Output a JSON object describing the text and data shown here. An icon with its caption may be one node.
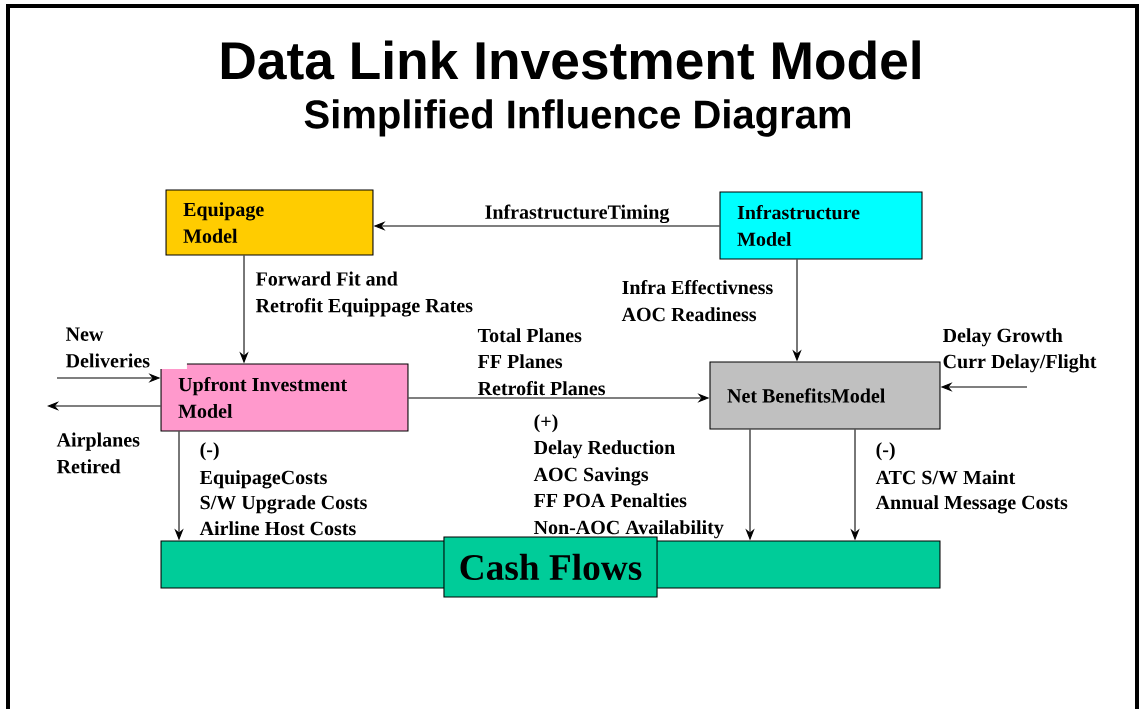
{
  "diagram": {
    "title": "Data Link Investment Model",
    "caption": "Simplified Influence Diagram",
    "nodes": [
      {
        "text": [
          "Equipage Model"
        ]
      },
      {
        "text": [
          "Infrastructure Model"
        ]
      },
      {
        "text": [
          "Upfront Investment Model"
        ]
      },
      {
        "text": [
          "Net BenefitsModel"
        ]
      },
      {
        "text": [],
        "shape": "bar"
      },
      {
        "text": [
          "Cash Flows"
        ]
      }
    ],
    "edges": [
      {
        "from": 1,
        "to": 0,
        "arrow": "to",
        "label": "InfrastructureTiming"
      },
      {
        "from": 0,
        "to": 2,
        "arrow": "to",
        "label": "Forward Fit and Retrofit Equippage Rates"
      },
      {
        "from": 1,
        "to": 3,
        "arrow": "to"
      },
      {
        "from": 2,
        "to": 3,
        "arrow": "to"
      },
      {
        "from": null,
        "to": 2,
        "arrow": "to",
        "label": "New Deliveries"
      },
      {
        "from": 2,
        "to": null,
        "arrow": "to",
        "label": "Airplanes Retired"
      },
      {
        "from": null,
        "to": 3,
        "arrow": "to"
      },
      {
        "from": 2,
        "to": 4,
        "arrow": "to"
      },
      {
        "from": 3,
        "to": 4,
        "arrow": "to"
      },
      {
        "from": 3,
        "to": 4,
        "arrow": "to"
      }
    ],
    "labels": [
      "Infra Effectivness",
      "AOC Readiness",
      "Total Planes",
      "FF Planes",
      "Retrofit Planes",
      "Delay Growth",
      "Curr Delay/Flight",
      "(+)",
      "Delay Reduction",
      "AOC Savings",
      "FF POA Penalties",
      "Non-AOC Availability",
      "(-)",
      "EquipageCosts",
      "S/W Upgrade Costs",
      "Airline Host Costs",
      "(-)",
      "ATC S/W  Maint",
      "Annual Message Costs"
    ]
  }
}
